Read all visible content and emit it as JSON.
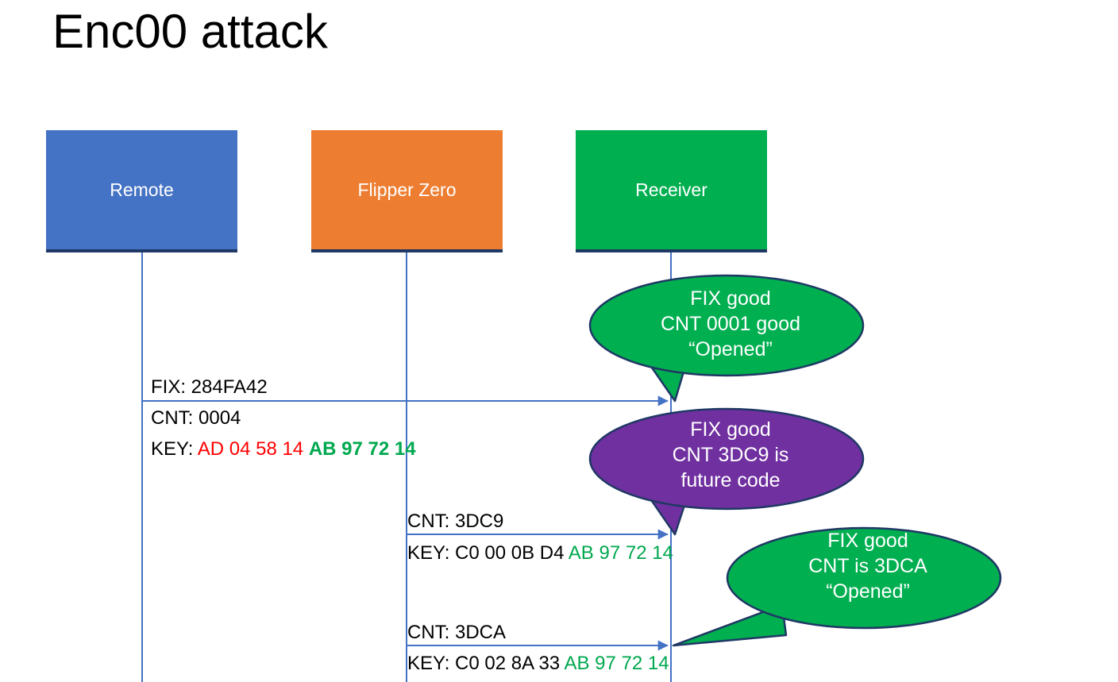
{
  "title": "Enc00 attack",
  "actors": [
    {
      "name": "remote",
      "label": "Remote",
      "color": "#4472C4"
    },
    {
      "name": "flipper",
      "label": "Flipper Zero",
      "color": "#ED7D31"
    },
    {
      "name": "receiver",
      "label": "Receiver",
      "color": "#00AF50"
    }
  ],
  "messages": [
    {
      "id": "m1",
      "from": "remote",
      "to": "receiver",
      "above_label": "FIX: 284FA42",
      "cnt_label": "CNT: 0004",
      "key_prefix": "KEY: ",
      "key_red": "AD 04 58 14",
      "key_green": "AB 97 72 14"
    },
    {
      "id": "m2",
      "from": "flipper",
      "to": "receiver",
      "cnt_label": "CNT: 3DC9",
      "key_prefix": "KEY: C0 00 0B D4 ",
      "key_green": "AB 97 72 14"
    },
    {
      "id": "m3",
      "from": "flipper",
      "to": "receiver",
      "cnt_label": "CNT: 3DCA",
      "key_prefix": "KEY: C0 02 8A 33 ",
      "key_green": "AB 97 72 14"
    }
  ],
  "callouts": [
    {
      "id": "c1",
      "color": "#00AF50",
      "line1": "FIX good",
      "line2": "CNT 0001 good",
      "line3": "“Opened”"
    },
    {
      "id": "c2",
      "color": "#7030A0",
      "line1": "FIX good",
      "line2": "CNT 3DC9 is",
      "line3": "future code"
    },
    {
      "id": "c3",
      "color": "#00AF50",
      "line1": "FIX good",
      "line2": "CNT is 3DCA",
      "line3": "“Opened”"
    }
  ],
  "colors": {
    "blue": "#4472C4",
    "orange": "#ED7D31",
    "green": "#00AF50",
    "purple": "#7030A0",
    "outline_navy": "#1F3864",
    "lifeline": "#4472C4",
    "hex_red": "#FF0000",
    "hex_green": "#00A84F",
    "background": "#FFFFFF"
  }
}
